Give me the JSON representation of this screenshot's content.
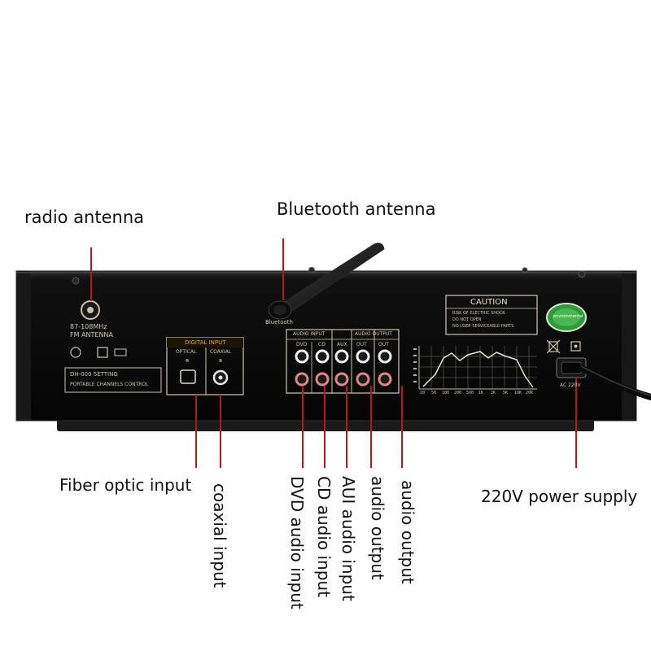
{
  "callouts": {
    "radio_antenna": "radio antenna",
    "bluetooth_antenna": "Bluetooth antenna",
    "fiber_optic_input": "Fiber optic input",
    "coaxial_input": "coaxial input",
    "dvd_audio_input": "DVD audio input",
    "cd_audio_input": "CD audio input",
    "aui_audio_input": "AUI audio input",
    "audio_output_1": "audio output",
    "audio_output_2": "audio output",
    "power_supply": "220V power supply"
  },
  "panel": {
    "antenna_label_1": "87-108MHz",
    "antenna_label_2": "FM ANTENNA",
    "model_line_1": "DH-000 SETTING",
    "model_line_2": "PORTABLE CHANNELS CONTROL",
    "digital_header": "DIGITAL INPUT",
    "optical": "OPTICAL",
    "coaxial": "COAXIAL",
    "bt_label": "Bluetooth",
    "audio_input_header": "AUDIO INPUT",
    "audio_output_header": "AUDIO OUTPUT",
    "jack_labels": [
      "DVD",
      "CD",
      "AUX",
      "OUT",
      "OUT"
    ],
    "caution_title": "CAUTION",
    "caution_lines": [
      "RISK OF ELECTRIC SHOCK",
      "DO NOT OPEN",
      "NO USER SERVICEABLE PARTS"
    ],
    "badge_text": "environmental",
    "freq_ticks": [
      "20",
      "50",
      "100",
      "200",
      "500",
      "1K",
      "2K",
      "5K",
      "10K",
      "20K"
    ],
    "power_label": "AC 220V"
  },
  "colors": {
    "chassis": "#0c0c0c",
    "leader_line": "#b51a1a",
    "badge": "#2f9a3c",
    "label_amber": "#d9a93a"
  }
}
